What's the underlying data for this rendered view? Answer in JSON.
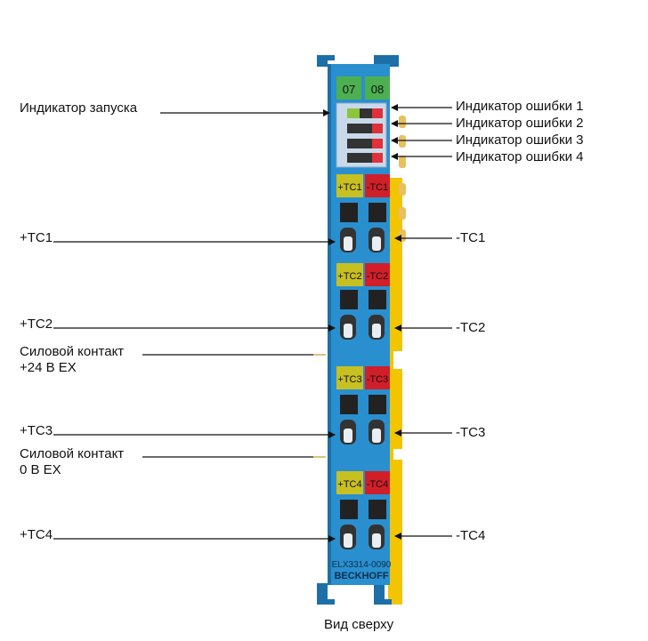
{
  "module": {
    "header_left": "07",
    "header_right": "08",
    "model": "ELX3314-0090",
    "brand": "BECKHOFF",
    "terminals": [
      {
        "plus": "+TC1",
        "minus": "-TC1"
      },
      {
        "plus": "+TC2",
        "minus": "-TC2"
      },
      {
        "plus": "+TC3",
        "minus": "-TC3"
      },
      {
        "plus": "+TC4",
        "minus": "-TC4"
      }
    ],
    "colors": {
      "body": "#2a8fcf",
      "body_dark": "#1d6fa8",
      "yellow": "#f2c500",
      "green_label": "#9ec03a",
      "red_label": "#d11f2a",
      "led_panel": "#c9d9ea",
      "led_run": "#8cc43c",
      "led_error": "#e0303a"
    }
  },
  "labels_left": {
    "run_indicator": "Индикатор запуска",
    "plus_tc1": "+TC1",
    "plus_tc2": "+TC2",
    "power_24_line1": "Силовой контакт",
    "power_24_line2": "+24 В EX",
    "plus_tc3": "+TC3",
    "power_0_line1": "Силовой контакт",
    "power_0_line2": "0 В EX",
    "plus_tc4": "+TC4"
  },
  "labels_right": {
    "error1": "Индикатор ошибки 1",
    "error2": "Индикатор ошибки 2",
    "error3": "Индикатор ошибки 3",
    "error4": "Индикатор ошибки 4",
    "minus_tc1": "-TC1",
    "minus_tc2": "-TC2",
    "minus_tc3": "-TC3",
    "minus_tc4": "-TC4"
  },
  "caption": "Вид сверху"
}
